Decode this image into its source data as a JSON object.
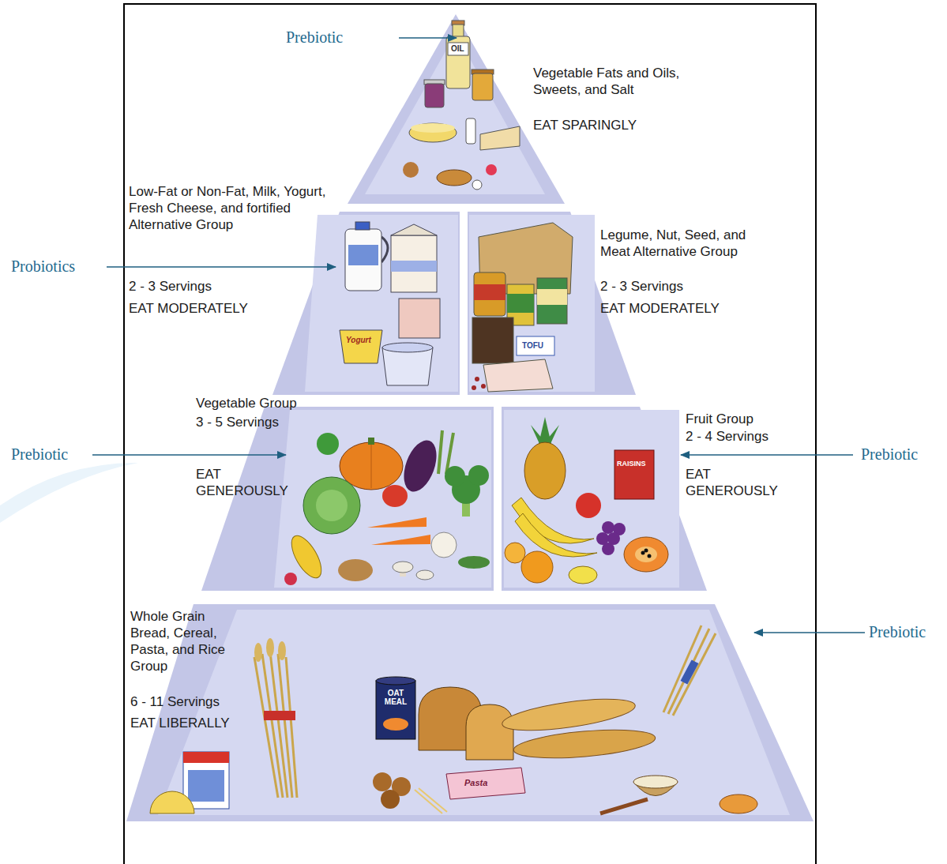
{
  "diagram": {
    "nodes": [
      {
        "text": [
          "Vegetable Fats and Oils, Sweets, and Salt",
          "EAT SPARINGLY"
        ]
      },
      {
        "text": [
          "Low-Fat or Non-Fat, Milk, Yogurt, Fresh Cheese, and fortified Alternative Group",
          "2 - 3 Servings",
          "EAT MODERATELY"
        ]
      },
      {
        "text": [
          "Legume, Nut, Seed, and Meat Alternative Group",
          "2 - 3 Servings",
          "EAT MODERATELY"
        ]
      },
      {
        "text": [
          "Vegetable Group",
          "3 - 5 Servings",
          "EAT GENEROUSLY"
        ]
      },
      {
        "text": [
          "Fruit Group",
          "2 - 4 Servings",
          "EAT GENEROUSLY"
        ]
      },
      {
        "text": [
          "Whole Grain Bread, Cereal, Pasta, and Rice Group",
          "6 - 11 Servings",
          "EAT LIBERALLY"
        ]
      }
    ],
    "labels": [
      "Prebiotic",
      "OIL",
      "Probiotics",
      "Yogurt",
      "TOFU",
      "Prebiotic",
      "RAISINS",
      "Prebiotic",
      "OAT MEAL",
      "Pasta",
      "Prebiotic"
    ]
  }
}
